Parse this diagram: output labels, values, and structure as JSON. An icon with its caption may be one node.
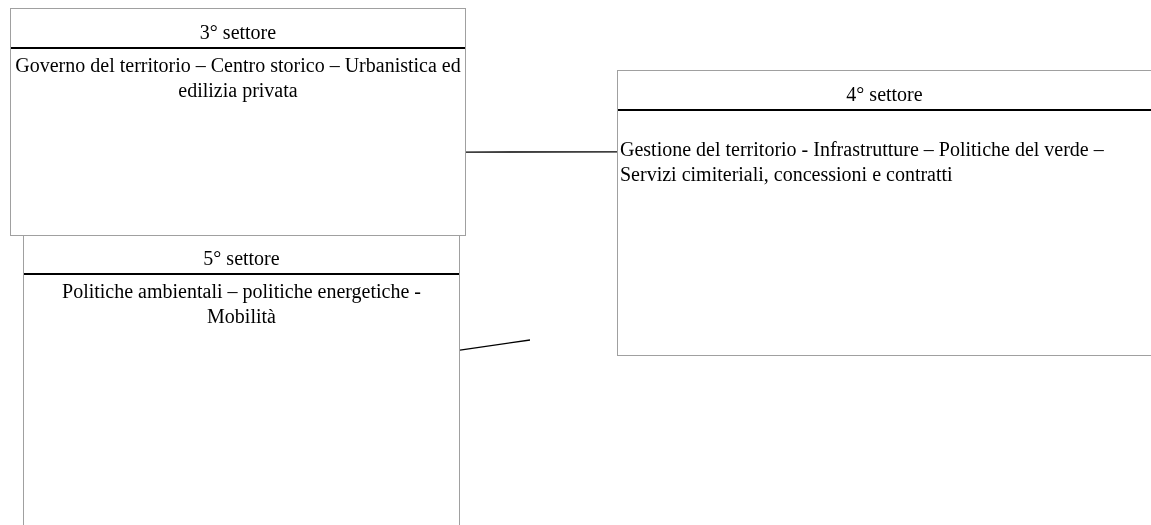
{
  "diagram": {
    "nodes": [
      {
        "text": [
          "3° settore",
          "Governo del territorio – Centro storico – Urbanistica ed edilizia privata"
        ]
      },
      {
        "text": [
          "4° settore",
          "Gestione del territorio - Infrastrutture – Politiche del verde – Servizi cimiteriali, concessioni e contratti"
        ]
      },
      {
        "text": [
          "5° settore",
          "Politiche ambientali – politiche energetiche - Mobilità"
        ]
      }
    ],
    "edges": [
      {
        "from": 0,
        "to": 1,
        "arrow": "none"
      },
      {
        "from": 2,
        "to": null,
        "arrow": "none"
      }
    ]
  }
}
